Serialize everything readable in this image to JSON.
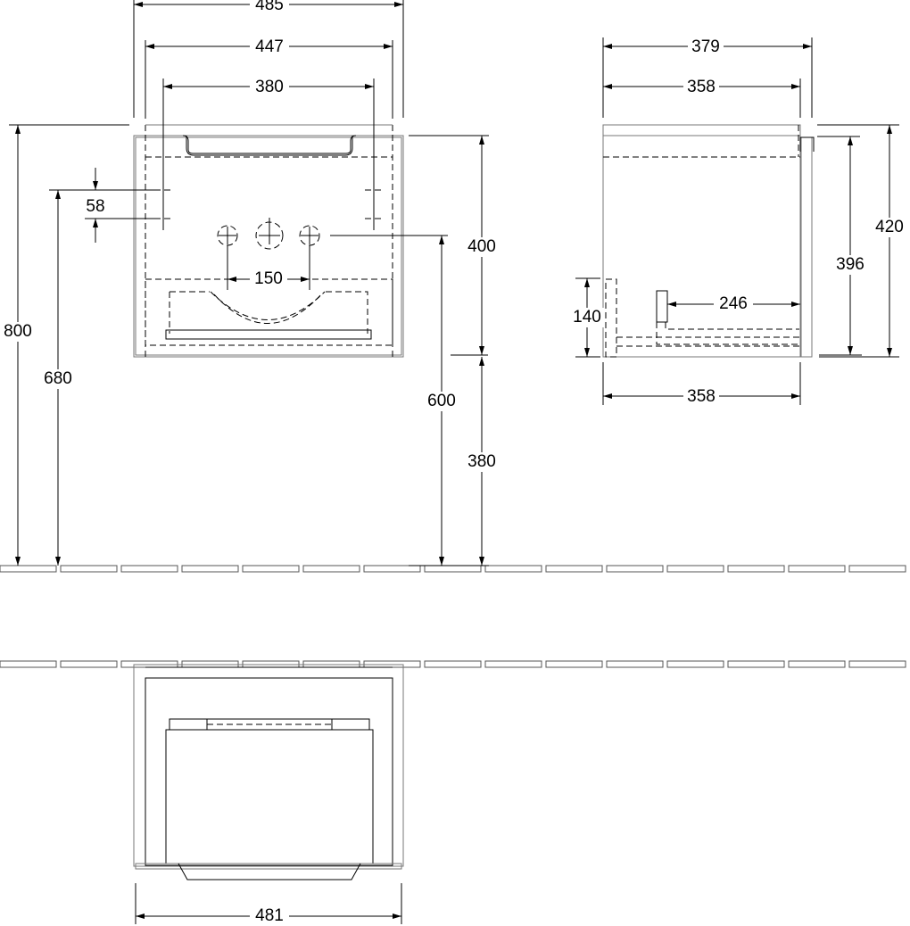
{
  "front_view": {
    "overall_width": "485",
    "top_width": "447",
    "handle_spacing": "380",
    "mount_spacing": "58",
    "tap_spacing": "150",
    "cabinet_height": "400",
    "floor_clearance": "380",
    "tap_height": "600",
    "mount_height": "680",
    "total_height": "800"
  },
  "side_view": {
    "overall_depth": "379",
    "inner_depth": "358",
    "bottom_depth": "358",
    "total_height": "420",
    "inner_height": "396",
    "siphon_height": "140",
    "siphon_depth": "246"
  },
  "top_view": {
    "width": "481"
  }
}
